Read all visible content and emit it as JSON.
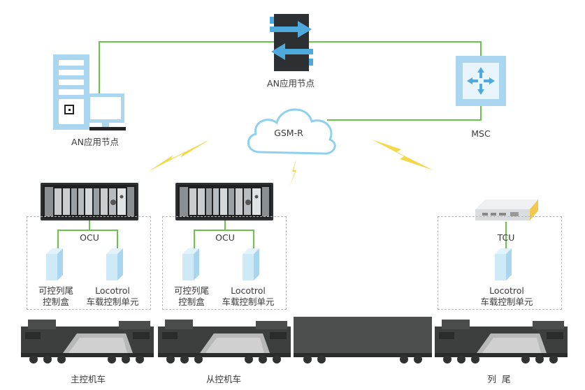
{
  "nodes": {
    "an_server": "AN应用节点",
    "an_switch": "AN应用节点",
    "msc": "MSC",
    "cloud": "GSM-R"
  },
  "groups": [
    {
      "ocu": "OCU",
      "box_label": [
        "可控列尾",
        "控制盒"
      ],
      "unit_label": [
        "Locotrol",
        "车载控制单元"
      ],
      "caption": "主控机车"
    },
    {
      "ocu": "OCU",
      "box_label": [
        "可控列尾",
        "控制盒"
      ],
      "unit_label": [
        "Locotrol",
        "车载控制单元"
      ],
      "caption": "从控机车"
    },
    {
      "tcu": "TCU",
      "unit_label": [
        "Locotrol",
        "车载控制单元"
      ],
      "caption": "列  尾"
    }
  ],
  "colors": {
    "link": "#6cc24a",
    "lightning": "#f4d84a",
    "device_blue": "#aad6ef",
    "cloud_stroke": "#8fd0ee",
    "locomotive": "#3c3f3d"
  },
  "icons": [
    "server-icon",
    "monitor-icon",
    "switch-icon",
    "msc-icon",
    "cloud-icon",
    "lightning-icon",
    "rack-icon",
    "control-box-icon",
    "locomotive-icon",
    "wagon-icon"
  ]
}
